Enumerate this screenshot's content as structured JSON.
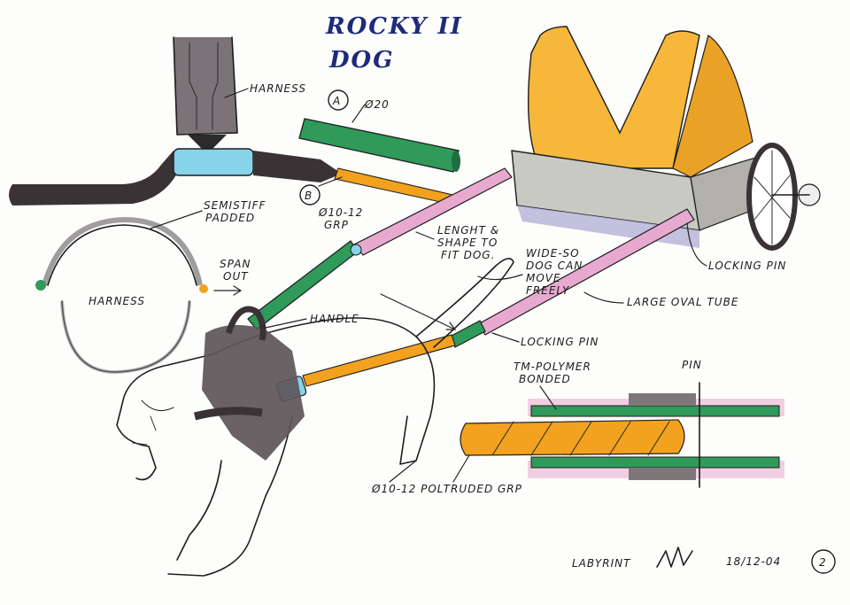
{
  "title": {
    "line1": "ROCKY II",
    "line2": "DOG"
  },
  "labels": {
    "harness_top": "HARNESS",
    "detail_a_marker": "A",
    "detail_a_dim": "Ø20",
    "detail_b_marker": "B",
    "detail_b_dim_line1": "Ø10-12",
    "detail_b_dim_line2": "GRP",
    "semistiff_line1": "SEMISTIFF",
    "semistiff_line2": "PADDED",
    "span_out_line1": "SPAN",
    "span_out_line2": "OUT",
    "harness_side": "HARNESS",
    "handle": "HANDLE",
    "lenght_shape_line1": "LENGHT &",
    "lenght_shape_line2": "SHAPE TO",
    "lenght_shape_line3": "FIT DOG.",
    "wide_line1": "WIDE-SO",
    "wide_line2": "DOG CAN",
    "wide_line3": "MOVE",
    "wide_line4": "FREELY",
    "large_oval_tube": "LARGE OVAL TUBE",
    "locking_pin_right": "LOCKING PIN",
    "locking_pin_center": "LOCKING PIN",
    "tm_polymer_line1": "TM-POLYMER",
    "tm_polymer_line2": "BONDED",
    "pin": "PIN",
    "poltruded": "Ø10-12 POLTRUDED GRP"
  },
  "signature": {
    "company": "LABYRINT",
    "date": "18/12-04",
    "page": "2"
  },
  "colors": {
    "title_ink": "#1e2a7a",
    "green_tube": "#2f9a5a",
    "pink_tube": "#e7a9cf",
    "orange_rod": "#f2a21e",
    "blue_sleeve": "#86d3ea",
    "dark_grip": "#3a3336",
    "cart_yellow": "#f6b73a",
    "cart_grey": "#c9c9c4"
  }
}
